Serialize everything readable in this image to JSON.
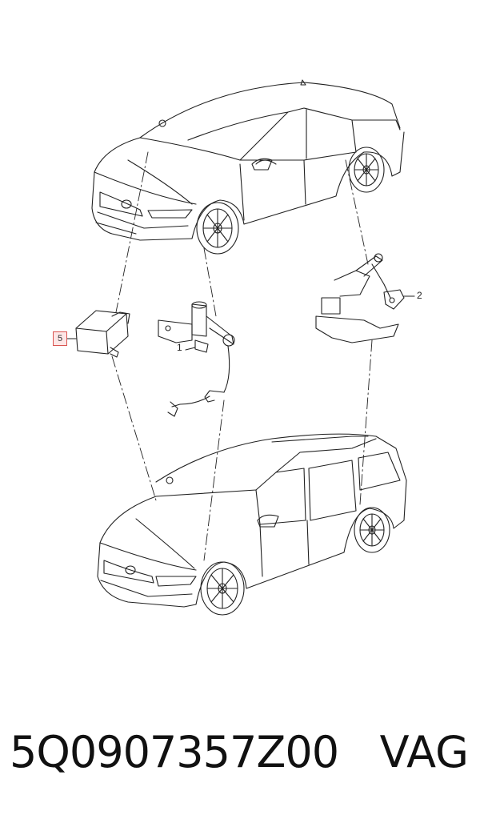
{
  "diagram": {
    "callouts": [
      {
        "id": "5",
        "label": "5"
      },
      {
        "id": "1",
        "label": "1"
      },
      {
        "id": "2",
        "label": "2"
      }
    ]
  },
  "footer": {
    "part_number": "5Q0907357Z00",
    "brand": "VAG"
  },
  "colors": {
    "line": "#222222",
    "callout_highlight_border": "#d9534f",
    "callout_highlight_fill": "#fde6e6"
  },
  "icons": [
    "sedan-car-icon",
    "estate-car-icon",
    "control-module-icon",
    "rear-level-sensor-icon",
    "front-level-sensor-icon"
  ]
}
